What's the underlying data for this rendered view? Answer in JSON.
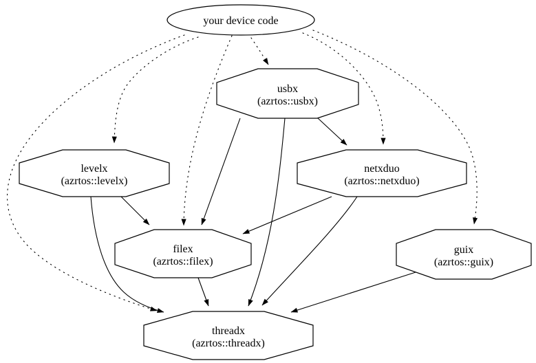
{
  "diagram": {
    "type": "dependency-graph",
    "colors": {
      "background": "#ffffff",
      "node_fill": "#ffffff",
      "line": "#000000"
    },
    "nodes": {
      "device": {
        "label": "your device code",
        "shape": "ellipse"
      },
      "usbx": {
        "label": "usbx",
        "sublabel": "(azrtos::usbx)",
        "shape": "octagon"
      },
      "levelx": {
        "label": "levelx",
        "sublabel": "(azrtos::levelx)",
        "shape": "octagon"
      },
      "netxduo": {
        "label": "netxduo",
        "sublabel": "(azrtos::netxduo)",
        "shape": "octagon"
      },
      "filex": {
        "label": "filex",
        "sublabel": "(azrtos::filex)",
        "shape": "octagon"
      },
      "guix": {
        "label": "guix",
        "sublabel": "(azrtos::guix)",
        "shape": "octagon"
      },
      "threadx": {
        "label": "threadx",
        "sublabel": "(azrtos::threadx)",
        "shape": "octagon"
      }
    },
    "edges": [
      {
        "from": "your device code",
        "to": "usbx",
        "style": "dotted"
      },
      {
        "from": "your device code",
        "to": "levelx",
        "style": "dotted"
      },
      {
        "from": "your device code",
        "to": "netxduo",
        "style": "dotted"
      },
      {
        "from": "your device code",
        "to": "filex",
        "style": "dotted"
      },
      {
        "from": "your device code",
        "to": "guix",
        "style": "dotted"
      },
      {
        "from": "your device code",
        "to": "threadx",
        "style": "dotted"
      },
      {
        "from": "usbx",
        "to": "netxduo",
        "style": "solid"
      },
      {
        "from": "usbx",
        "to": "filex",
        "style": "solid"
      },
      {
        "from": "usbx",
        "to": "threadx",
        "style": "solid"
      },
      {
        "from": "levelx",
        "to": "filex",
        "style": "solid"
      },
      {
        "from": "levelx",
        "to": "threadx",
        "style": "solid"
      },
      {
        "from": "netxduo",
        "to": "filex",
        "style": "solid"
      },
      {
        "from": "netxduo",
        "to": "threadx",
        "style": "solid"
      },
      {
        "from": "filex",
        "to": "threadx",
        "style": "solid"
      },
      {
        "from": "guix",
        "to": "threadx",
        "style": "solid"
      }
    ]
  }
}
